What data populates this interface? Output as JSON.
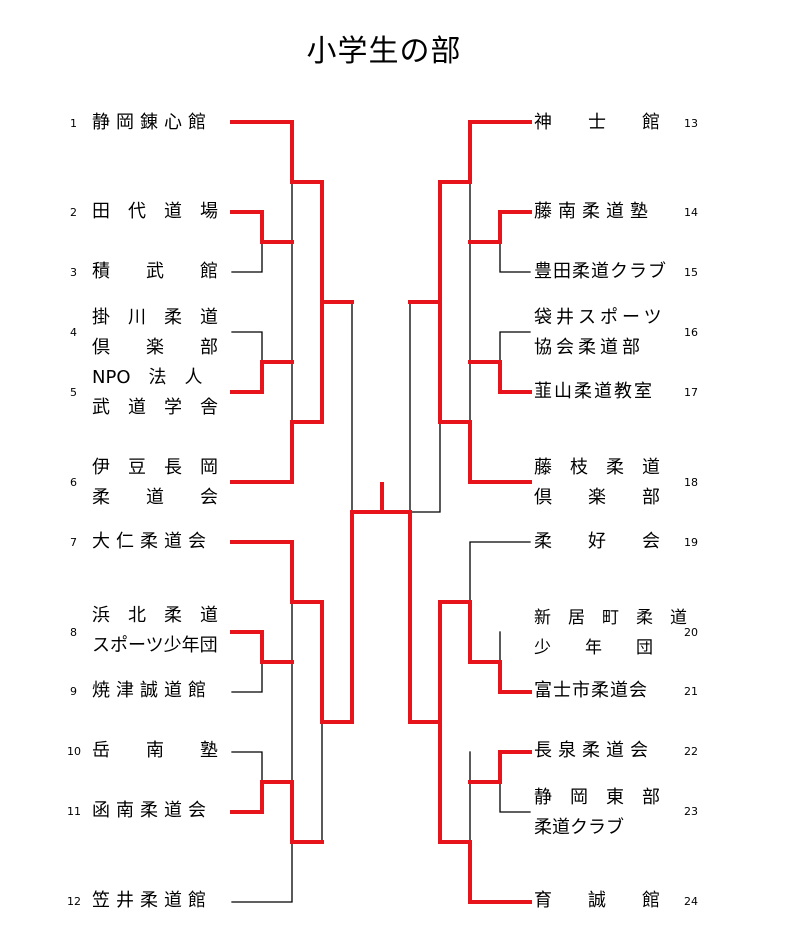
{
  "title": "小学生の部",
  "teams": [
    {
      "num": "1",
      "name": "静岡錬心館"
    },
    {
      "num": "2",
      "name": "田　代　道　場"
    },
    {
      "num": "3",
      "name": "積　　武　　館"
    },
    {
      "num": "4",
      "name": "掛　川　柔　道\n倶　　楽　　部"
    },
    {
      "num": "5",
      "name": "NPO　法　人\n武　道　学　舎"
    },
    {
      "num": "6",
      "name": "伊　豆　長　岡\n柔　　道　　会"
    },
    {
      "num": "7",
      "name": "大仁柔道会"
    },
    {
      "num": "8",
      "name": "浜　北　柔　道\nスポーツ少年団"
    },
    {
      "num": "9",
      "name": "焼津誠道館"
    },
    {
      "num": "10",
      "name": "岳　　南　　塾"
    },
    {
      "num": "11",
      "name": "函南柔道会"
    },
    {
      "num": "12",
      "name": "笠井柔道館"
    },
    {
      "num": "13",
      "name": "神　　士　　館"
    },
    {
      "num": "14",
      "name": "藤南柔道塾"
    },
    {
      "num": "15",
      "name": "豊田柔道クラブ"
    },
    {
      "num": "16",
      "name": "袋井スポーツ\n協会柔道部"
    },
    {
      "num": "17",
      "name": "韮山柔道教室"
    },
    {
      "num": "18",
      "name": "藤　枝　柔　道\n倶　　楽　　部"
    },
    {
      "num": "19",
      "name": "柔　　好　　会"
    },
    {
      "num": "20",
      "name": "新　居　町　柔　道\n少　　年　　団"
    },
    {
      "num": "21",
      "name": "富士市柔道会"
    },
    {
      "num": "22",
      "name": "長泉柔道会"
    },
    {
      "num": "23",
      "name": "静　岡　東　部\n柔道クラブ"
    },
    {
      "num": "24",
      "name": "育　　誠　　館"
    }
  ],
  "colors": {
    "winner_line": "#e8141c",
    "loser_line": "#000000"
  }
}
